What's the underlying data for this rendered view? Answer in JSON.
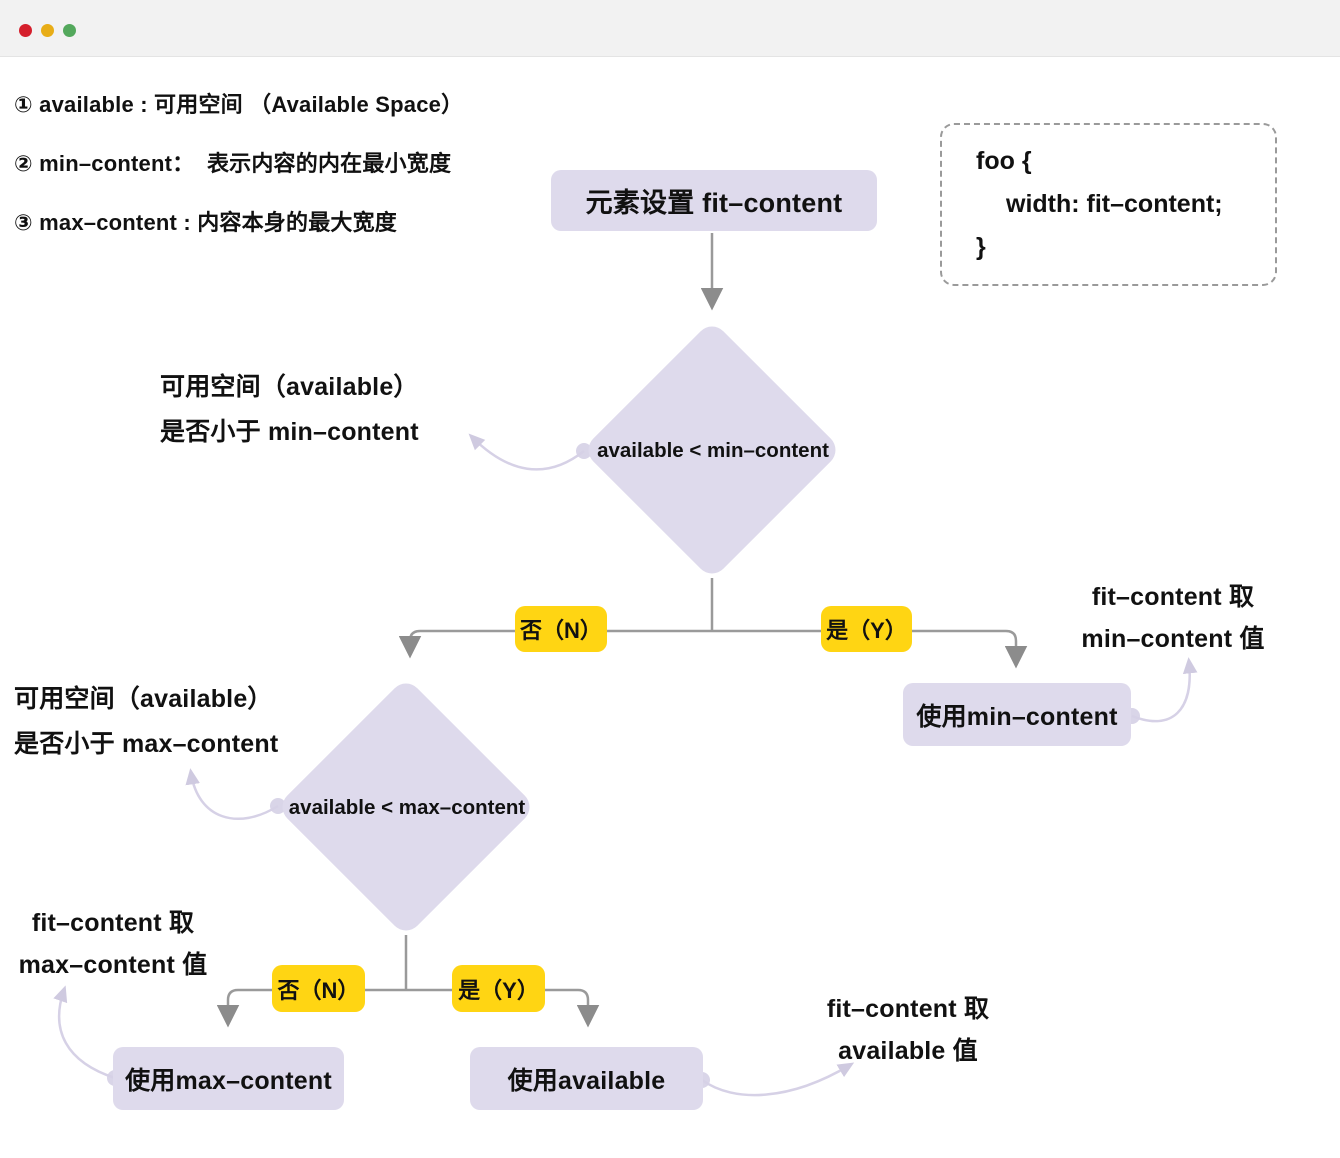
{
  "window": {
    "controls": [
      {
        "name": "close"
      },
      {
        "name": "minimize"
      },
      {
        "name": "zoom"
      }
    ]
  },
  "notes": {
    "items": [
      "① available : 可用空间 （Available Space）",
      "② min–content：  表示内容的内在最小宽度",
      "③ max–content : 内容本身的最大宽度"
    ]
  },
  "code_box": {
    "lines": [
      "foo {",
      "width: fit–content;",
      "}"
    ]
  },
  "flowchart": {
    "start_node": "元素设置 fit–content",
    "decision1": "available < min–content",
    "decision2": "available < max–content",
    "branch_no": "否（N）",
    "branch_yes": "是（Y）",
    "result_min": "使用min–content",
    "result_max": "使用max–content",
    "result_available": "使用available"
  },
  "annotations": {
    "decision1_note": [
      "可用空间（available）",
      "是否小于 min–content"
    ],
    "decision2_note": [
      "可用空间（available）",
      "是否小于 max–content"
    ],
    "result_min_note": [
      "fit–content 取",
      "min–content 值"
    ],
    "result_max_note": [
      "fit–content 取",
      "max–content 值"
    ],
    "result_available_note": [
      "fit–content 取",
      "available 值"
    ]
  },
  "colors": {
    "node_fill": "#DEDAEC",
    "branch_label_fill": "#FFD513",
    "connector_gray": "#9A9A9A",
    "arrowhead_gray": "#8C8C8C",
    "annotation_arrow": "#D6D1E6",
    "titlebar_bg": "#F2F2F2",
    "traffic_red": "#D51F2C",
    "traffic_yellow": "#E8AD17",
    "traffic_green": "#53A85C"
  }
}
